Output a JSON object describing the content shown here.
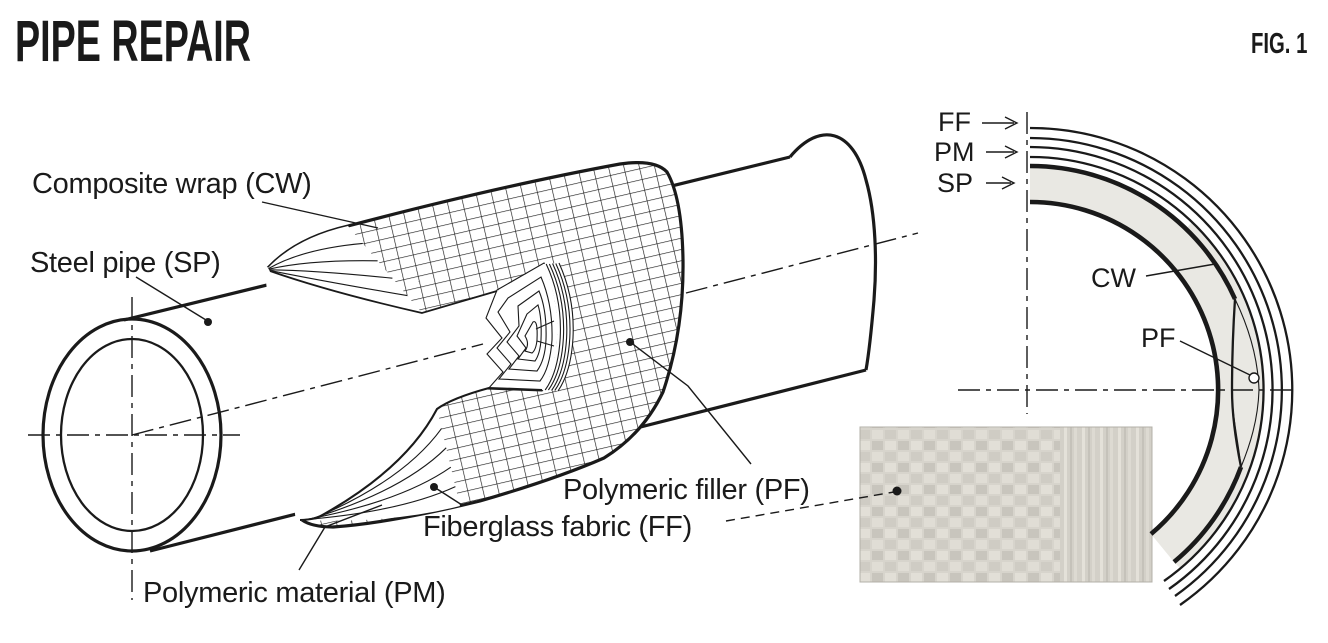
{
  "title": "PIPE REPAIR",
  "figure_label": "FIG. 1",
  "main_labels": {
    "composite_wrap": "Composite wrap (CW)",
    "steel_pipe": "Steel pipe (SP)",
    "polymeric_filler": "Polymeric filler (PF)",
    "fiberglass_fabric": "Fiberglass fabric (FF)",
    "polymeric_material": "Polymeric material (PM)"
  },
  "cross_section": {
    "ff_label": "FF",
    "pm_label": "PM",
    "sp_label": "SP",
    "cw_label": "CW",
    "pf_label": "PF"
  },
  "colors": {
    "title": "#1e5f87",
    "ink": "#1a1a1a",
    "pipe_wall_gray": "#e7e6e1",
    "steel_section_gray": "#e9e8e3",
    "filler_dark_gray": "#9b968c",
    "crater_shades": [
      "#eceae6",
      "#dcd9d3",
      "#c6c3bd",
      "#aba89f",
      "#8f8c85"
    ],
    "photo_base": "#d6d3cb"
  }
}
